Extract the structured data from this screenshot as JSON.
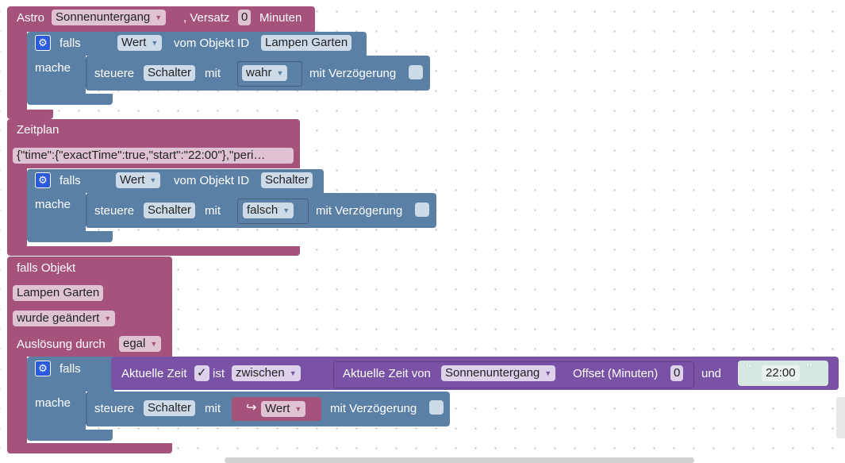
{
  "block1": {
    "astro": "Astro",
    "event": "Sonnenuntergang",
    "versatz": ", Versatz",
    "offset": "0",
    "minuten": "Minuten",
    "falls": "falls",
    "mache": "mache",
    "wert": "Wert",
    "vom_objekt": "vom Objekt ID",
    "object_id": "Lampen Garten",
    "steuere": "steuere",
    "schalter": "Schalter",
    "mit": "mit",
    "value": "wahr",
    "verzoegerung": "mit Verzögerung"
  },
  "block2": {
    "title": "Zeitplan",
    "schedule": "{\"time\":{\"exactTime\":true,\"start\":\"22:00\"},\"peri…",
    "falls": "falls",
    "mache": "mache",
    "wert": "Wert",
    "vom_objekt": "vom Objekt ID",
    "object_id": "Schalter",
    "steuere": "steuere",
    "schalter": "Schalter",
    "mit": "mit",
    "value": "falsch",
    "verzoegerung": "mit Verzögerung"
  },
  "block3": {
    "title": "falls Objekt",
    "object": "Lampen Garten",
    "changed": "wurde geändert",
    "trigger_label": "Auslösung durch",
    "trigger_value": "egal",
    "falls": "falls",
    "mache": "mache",
    "aktuelle_zeit": "Aktuelle Zeit",
    "checkmark": "✓",
    "ist": "ist",
    "zwischen": "zwischen",
    "aktuelle_zeit_von": "Aktuelle Zeit von",
    "astro_event": "Sonnenuntergang",
    "offset_label": "Offset (Minuten)",
    "offset": "0",
    "und": "und",
    "quote_open": "“",
    "time": "22:00",
    "quote_close": "”",
    "steuere": "steuere",
    "schalter": "Schalter",
    "mit": "mit",
    "wert": "Wert",
    "verzoegerung": "mit Verzögerung"
  },
  "icons": {
    "gear": "gear-icon",
    "dropdown": "dropdown-arrow-icon",
    "return": "return-arrow-icon"
  },
  "colors": {
    "trigger": "#a5537a",
    "logic": "#5b80a5",
    "time": "#7a52a5",
    "text": "#5ba58c"
  }
}
